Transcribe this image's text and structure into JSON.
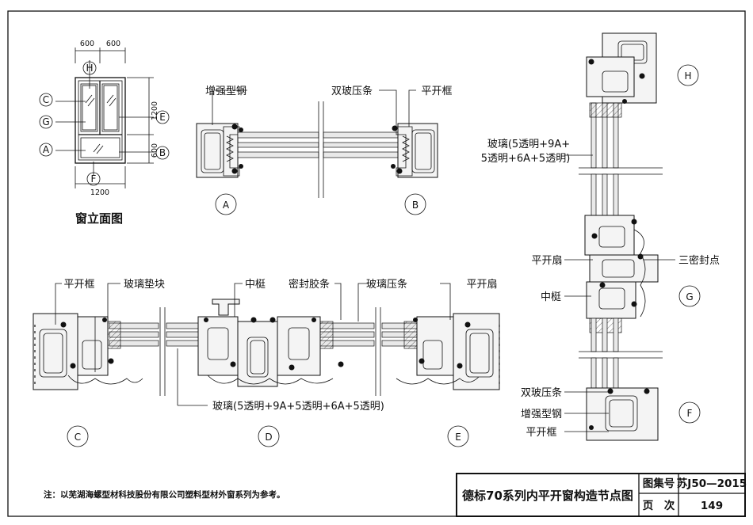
{
  "elevation": {
    "title": "窗立面图",
    "dims": {
      "top_left": "600",
      "top_right": "600",
      "right_upper": "1200",
      "right_lower": "600",
      "bottom": "1200"
    },
    "markers": [
      "A",
      "B",
      "C",
      "E",
      "F",
      "G",
      "H"
    ]
  },
  "section_ab": {
    "labels": {
      "steel": "增强型钢",
      "double_bead": "双玻压条",
      "frame": "平开框"
    },
    "markers": {
      "left": "A",
      "right": "B"
    }
  },
  "section_cde": {
    "labels": {
      "frame": "平开框",
      "glass_block": "玻璃垫块",
      "mullion": "中梃",
      "gasket": "密封胶条",
      "bead": "玻璃压条",
      "sash": "平开扇",
      "glass": "玻璃(5透明+9A+5透明+6A+5透明)"
    },
    "markers": {
      "left": "C",
      "mid": "D",
      "right": "E"
    }
  },
  "section_vertical": {
    "labels": {
      "glass_line1": "玻璃(5透明+9A+",
      "glass_line2": "5透明+6A+5透明)",
      "sash": "平开扇",
      "triple_seal": "三密封点",
      "mullion": "中梃",
      "double_bead": "双玻压条",
      "steel": "增强型钢",
      "frame": "平开框"
    },
    "markers": {
      "top": "H",
      "mid": "G",
      "bottom": "F"
    }
  },
  "footer": {
    "note": "注：以芜湖海螺型材科技股份有限公司塑料型材外窗系列为参考。",
    "title": "德标70系列内平开窗构造节点图",
    "atlas_label": "图集号",
    "atlas_value": "苏J50—2015",
    "page_label": "页　次",
    "page_value": "149"
  }
}
